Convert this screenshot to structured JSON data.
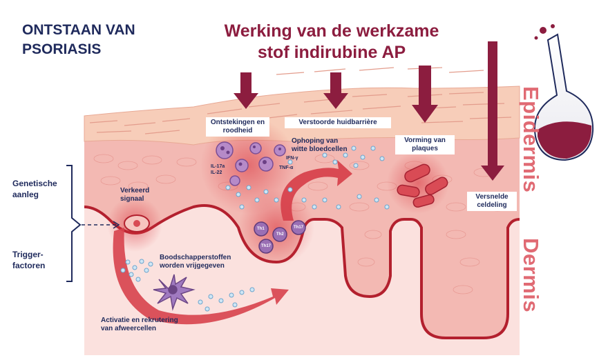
{
  "title": "ONTSTAAN VAN PSORIASIS",
  "subtitle": "Werking van de werkzame stof indirubine AP",
  "layers": {
    "epidermis": "Epidermis",
    "dermis": "Dermis"
  },
  "side_labels": {
    "genetic": "Genetische aanleg",
    "trigger": "Trigger-factoren"
  },
  "labels": {
    "inflammation": "Ontstekingen en roodheid",
    "barrier": "Verstoorde huidbarrière",
    "plaques": "Vorming van plaques",
    "accumulation": "Ophoping van witte bloedcellen",
    "cell_division": "Versnelde celdeling",
    "wrong_signal": "Verkeerd signaal",
    "messengers": "Boodschapperstoffen worden vrijgegeven",
    "activation": "Activatie en rekrutering van afweercellen"
  },
  "cytokines": {
    "il17a": "IL-17a",
    "il22": "IL-22",
    "ifn": "IFN-γ",
    "tnf": "TNF-α"
  },
  "cells": {
    "th1": "Th1",
    "th17a": "Th17",
    "th2": "Th2",
    "th17b": "Th17"
  },
  "colors": {
    "navy": "#1f2a5c",
    "wine": "#8c1d3f",
    "salmon": "#e06a73",
    "skin": "#f3b9b3",
    "red": "#c8313d"
  }
}
